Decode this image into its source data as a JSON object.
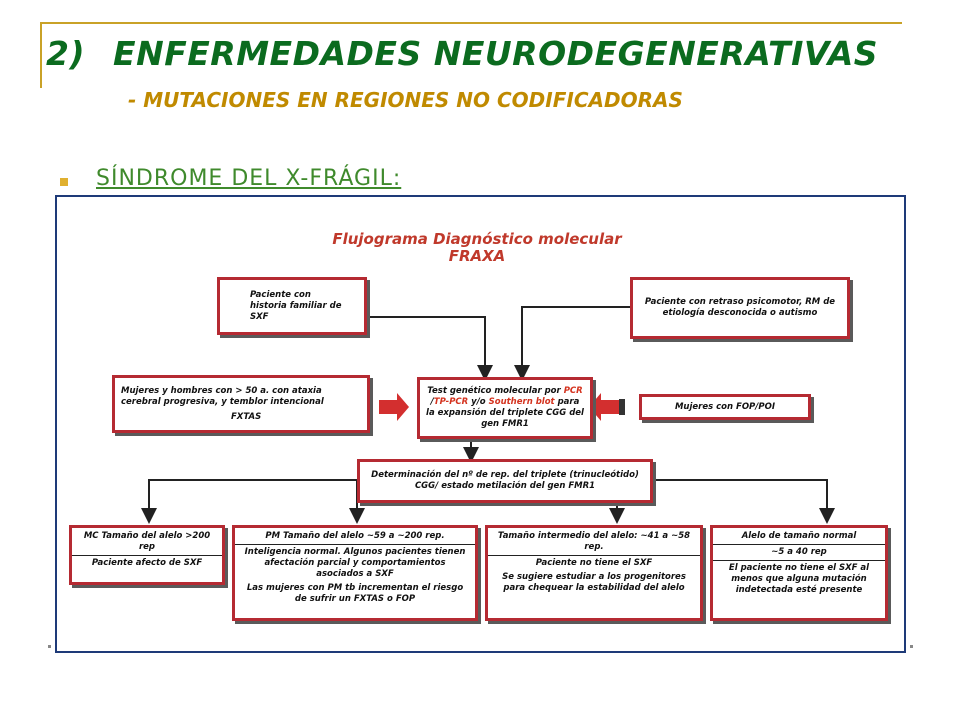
{
  "header": {
    "number": "2)",
    "title": "ENFERMEDADES NEURODEGENERATIVAS",
    "subtitle": "- MUTACIONES EN REGIONES NO CODIFICADORAS"
  },
  "section": {
    "label": "SÍNDROME DEL X-FRÁGIL:"
  },
  "flowchart": {
    "title_line1": "Flujograma Diagnóstico molecular",
    "title_line2": "FRAXA",
    "box_family_history": "Paciente con historia familiar de SXF",
    "box_psychomotor": "Paciente con retraso psicomotor, RM de etiología desconocida o autismo",
    "box_ataxia_text": "Mujeres y hombres con > 50 a. con ataxia cerebral progresiva, y temblor intencional",
    "box_ataxia_tag": "FXTAS",
    "box_fop": "Mujeres con FOP/POI",
    "box_test_prefix": "Test genético molecular por",
    "box_test_pcr": "PCR",
    "box_test_sep": " /",
    "box_test_tppcr": "TP-PCR",
    "box_test_or": " y/o ",
    "box_test_southern": "Southern blot",
    "box_test_suffix": " para la expansión del triplete CGG del gen FMR1",
    "box_determination": "Determinación del nº de rep. del triplete (trinucleótido) CGG/ estado metilación del gen FMR1",
    "out1_top": "MC Tamaño del alelo >200 rep",
    "out1_bottom": "Paciente afecto de SXF",
    "out2_top": "PM Tamaño del alelo ~59 a ~200 rep.",
    "out2_mid": "Inteligencia normal. Algunos pacientes tienen afectación parcial y comportamientos asociados a SXF",
    "out2_bottom": "Las mujeres con PM tb incrementan el riesgo de sufrir un FXTAS o FOP",
    "out3_top": "Tamaño intermedio del alelo: ~41 a ~58 rep.",
    "out3_mid": "Paciente no tiene el SXF",
    "out3_bottom": "Se sugiere estudiar a los progenitores para chequear la estabilidad del alelo",
    "out4_top": "Alelo de tamaño normal",
    "out4_mid": "~5 a 40 rep",
    "out4_bottom": "El paciente no tiene el SXF al menos que alguna mutación indetectada esté presente"
  },
  "colors": {
    "title_green": "#0b6b1f",
    "subtitle_gold": "#c08a00",
    "box_border": "#b52a32",
    "frame_border": "#1e3a78"
  }
}
